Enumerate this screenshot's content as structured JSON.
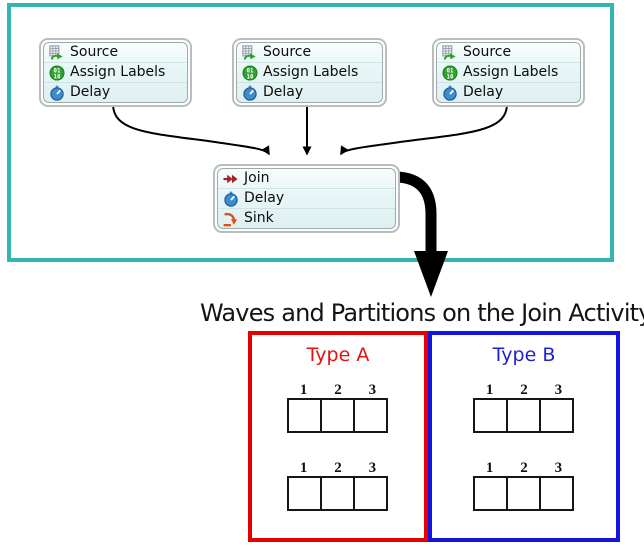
{
  "colors": {
    "frame_teal": "#35b4b4",
    "node_border": "#b9bdbd",
    "node_fill_top": "#f8fdfd",
    "node_fill_bottom": "#dff0f1",
    "arrow_black": "#000000",
    "type_a_red": "#e60000",
    "type_a_text": "#e31212",
    "type_b_blue": "#1414e0",
    "type_b_text": "#1f1fd6",
    "source_arrow_green": "#2da12d",
    "assign_labels_green": "#2fa32f",
    "delay_blue": "#3f8ccd",
    "join_maroon": "#9e2626",
    "sink_orange": "#e04f17"
  },
  "nodes": [
    {
      "id": "source-1",
      "rows": [
        {
          "icon": "source-icon",
          "label": "Source"
        },
        {
          "icon": "assign-labels-icon",
          "label": "Assign Labels"
        },
        {
          "icon": "delay-icon",
          "label": "Delay"
        }
      ]
    },
    {
      "id": "source-2",
      "rows": [
        {
          "icon": "source-icon",
          "label": "Source"
        },
        {
          "icon": "assign-labels-icon",
          "label": "Assign Labels"
        },
        {
          "icon": "delay-icon",
          "label": "Delay"
        }
      ]
    },
    {
      "id": "source-3",
      "rows": [
        {
          "icon": "source-icon",
          "label": "Source"
        },
        {
          "icon": "assign-labels-icon",
          "label": "Assign Labels"
        },
        {
          "icon": "delay-icon",
          "label": "Delay"
        }
      ]
    },
    {
      "id": "join",
      "rows": [
        {
          "icon": "join-icon",
          "label": "Join"
        },
        {
          "icon": "delay-icon",
          "label": "Delay"
        },
        {
          "icon": "sink-icon",
          "label": "Sink"
        }
      ]
    }
  ],
  "annotation": {
    "title": "Waves and Partitions on the Join Activity"
  },
  "partitions": [
    {
      "label": "Type A",
      "waves": [
        {
          "slots": [
            "1",
            "2",
            "3"
          ]
        },
        {
          "slots": [
            "1",
            "2",
            "3"
          ]
        }
      ]
    },
    {
      "label": "Type B",
      "waves": [
        {
          "slots": [
            "1",
            "2",
            "3"
          ]
        },
        {
          "slots": [
            "1",
            "2",
            "3"
          ]
        }
      ]
    }
  ]
}
